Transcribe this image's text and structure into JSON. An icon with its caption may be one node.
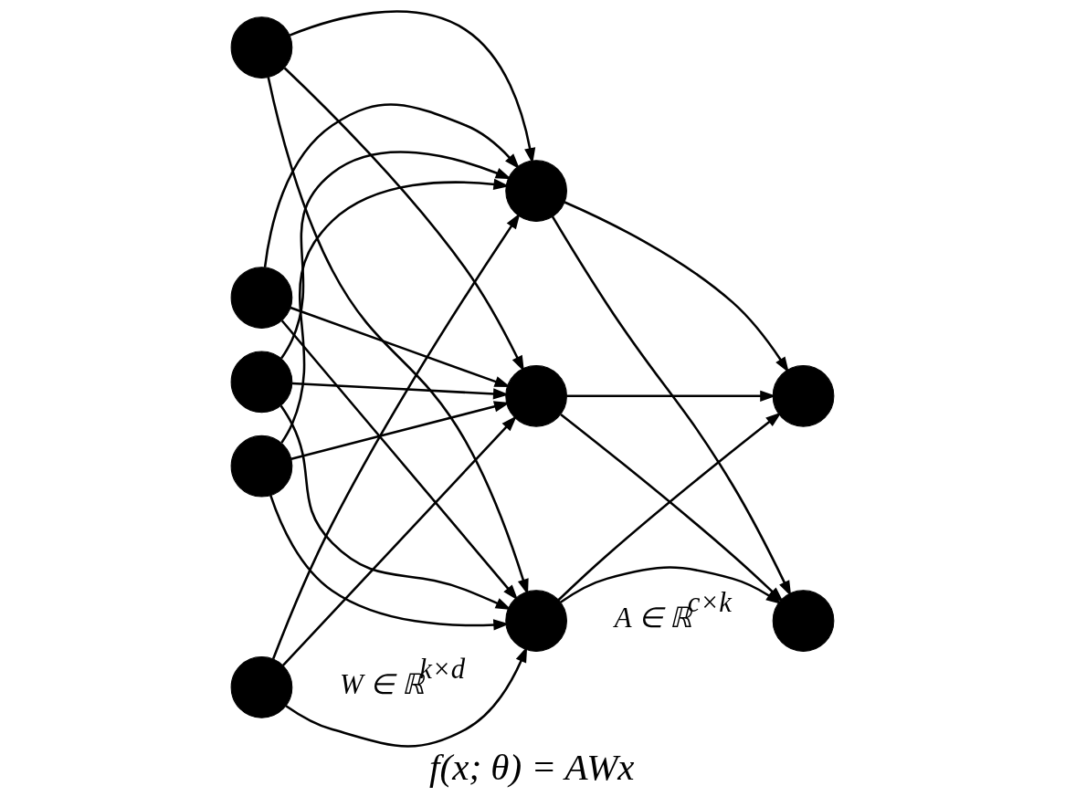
{
  "diagram": {
    "caption": "f(x; θ) = AWx",
    "nodes": [
      {
        "text": [],
        "shape": "circle"
      },
      {
        "text": [],
        "shape": "circle"
      },
      {
        "text": [],
        "shape": "circle"
      },
      {
        "text": [],
        "shape": "circle"
      },
      {
        "text": [],
        "shape": "circle"
      },
      {
        "text": [],
        "shape": "circle"
      },
      {
        "text": [],
        "shape": "circle"
      },
      {
        "text": [],
        "shape": "circle"
      },
      {
        "text": [],
        "shape": "circle"
      },
      {
        "text": [],
        "shape": "circle"
      }
    ],
    "edges": [
      {
        "from": 0,
        "to": 5,
        "arrow": "to"
      },
      {
        "from": 0,
        "to": 6,
        "arrow": "to"
      },
      {
        "from": 0,
        "to": 7,
        "arrow": "to"
      },
      {
        "from": 1,
        "to": 5,
        "arrow": "to"
      },
      {
        "from": 1,
        "to": 6,
        "arrow": "to"
      },
      {
        "from": 1,
        "to": 7,
        "arrow": "to"
      },
      {
        "from": 2,
        "to": 5,
        "arrow": "to"
      },
      {
        "from": 2,
        "to": 6,
        "arrow": "to"
      },
      {
        "from": 2,
        "to": 7,
        "arrow": "to"
      },
      {
        "from": 3,
        "to": 5,
        "arrow": "to"
      },
      {
        "from": 3,
        "to": 6,
        "arrow": "to"
      },
      {
        "from": 3,
        "to": 7,
        "arrow": "to"
      },
      {
        "from": 4,
        "to": 5,
        "arrow": "to"
      },
      {
        "from": 4,
        "to": 6,
        "arrow": "to"
      },
      {
        "from": 4,
        "to": 7,
        "arrow": "to"
      },
      {
        "from": 5,
        "to": 8,
        "arrow": "to"
      },
      {
        "from": 5,
        "to": 9,
        "arrow": "to"
      },
      {
        "from": 6,
        "to": 8,
        "arrow": "to"
      },
      {
        "from": 6,
        "to": 9,
        "arrow": "to"
      },
      {
        "from": 7,
        "to": 8,
        "arrow": "to"
      },
      {
        "from": 7,
        "to": 9,
        "arrow": "to"
      }
    ],
    "labels": [
      "W ∈ ℝ$^{k×d}$",
      "A ∈ ℝ$^{c×k}$"
    ]
  }
}
